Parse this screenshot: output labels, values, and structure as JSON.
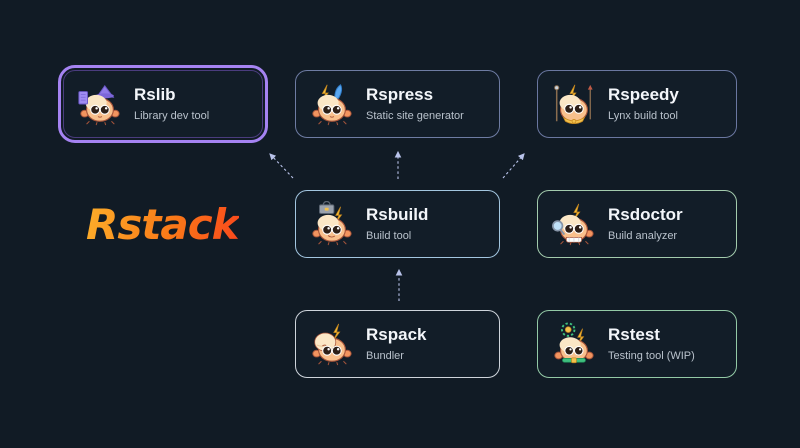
{
  "page": {
    "background_color": "#111b25",
    "description": "Rstack ecosystem diagram"
  },
  "logo": {
    "text": "Rstack",
    "gradient_from": "#fcae2a",
    "gradient_to": "#f9481c"
  },
  "cards": [
    {
      "id": "rslib",
      "title": "Rslib",
      "subtitle": "Library dev tool",
      "border_color": "#4a3c7e",
      "highlight_ring_color": "#a583f2",
      "highlighted": true,
      "icon": "wizard-crab-mascot"
    },
    {
      "id": "rspress",
      "title": "Rspress",
      "subtitle": "Static site generator",
      "border_color": "#6e7ca3",
      "highlighted": false,
      "icon": "quill-crab-mascot"
    },
    {
      "id": "rspeedy",
      "title": "Rspeedy",
      "subtitle": "Lynx build tool",
      "border_color": "#6a77a0",
      "highlighted": false,
      "icon": "necklace-crab-mascot"
    },
    {
      "id": "rsbuild",
      "title": "Rsbuild",
      "subtitle": "Build tool",
      "border_color": "#a3c6e0",
      "highlighted": false,
      "icon": "toolbox-crab-mascot"
    },
    {
      "id": "rsdoctor",
      "title": "Rsdoctor",
      "subtitle": "Build analyzer",
      "border_color": "#a3cbad",
      "highlighted": false,
      "icon": "magnifier-crab-mascot"
    },
    {
      "id": "rspack",
      "title": "Rspack",
      "subtitle": "Bundler",
      "border_color": "#ced4db",
      "highlighted": false,
      "icon": "shell-crab-mascot"
    },
    {
      "id": "rstest",
      "title": "Rstest",
      "subtitle": "Testing tool (WIP)",
      "border_color": "#93c9a6",
      "highlighted": false,
      "icon": "gear-crab-mascot"
    }
  ],
  "arrows": {
    "color": "#b9c3ea",
    "style": "dashed",
    "connections": [
      {
        "from": "Rsbuild",
        "to": "Rslib"
      },
      {
        "from": "Rsbuild",
        "to": "Rspress"
      },
      {
        "from": "Rsbuild",
        "to": "Rspeedy"
      },
      {
        "from": "Rspack",
        "to": "Rsbuild"
      }
    ]
  }
}
